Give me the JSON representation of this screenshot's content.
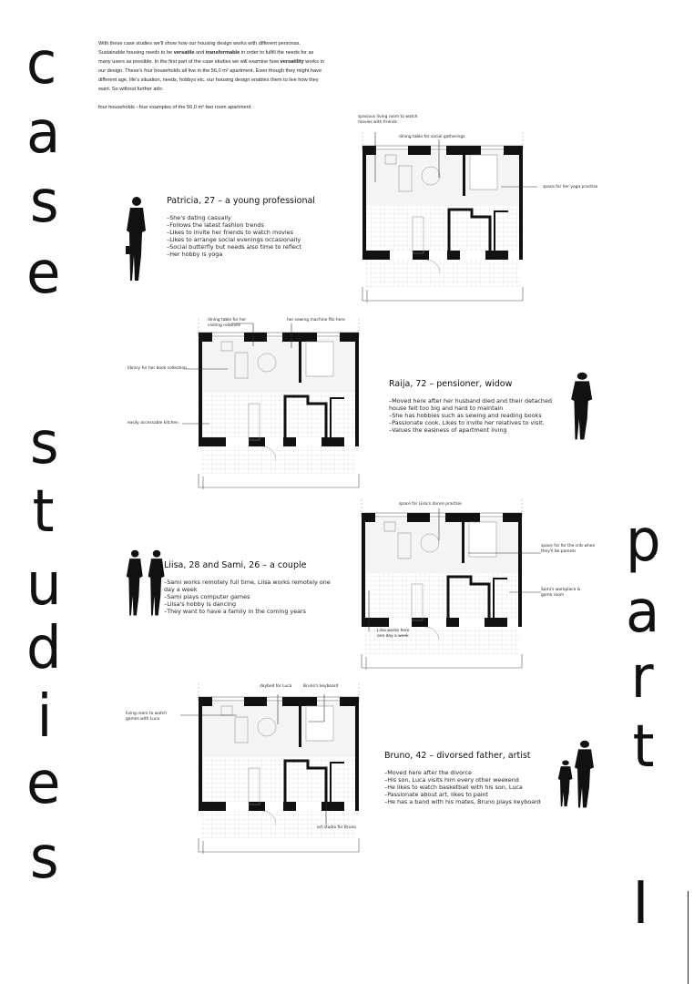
{
  "title_left": [
    "c",
    "a",
    "s",
    "e",
    "s",
    "t",
    "u",
    "d",
    "i",
    "e",
    "s"
  ],
  "title_right": [
    "p",
    "a",
    "r",
    "t",
    "I"
  ],
  "intro": {
    "p1": "With these case studies we'll show how our housing design works with different personas. Sustainable housing needs to be ",
    "b1": "versatile",
    "p2": " and ",
    "b2": "transformable",
    "p3": " in order to fulfill the needs for as many users as possible. In the first part of the case studies we will examine how ",
    "b3": "versatility",
    "p4": " works in our design. These's four households all live in the 56,0 m² apartment. Even though they might have different age, life's situation, needs, hobbys etc. our housing design enables them to live how they want. So without further ado:",
    "subtitle": "four households - four examples of the 56,0 m² two room apartment"
  },
  "personas": [
    {
      "name": "Patricia, 27 – a young professional",
      "bullets": [
        "–She's dating casually",
        "–Follows the latest fashion trends",
        "–Likes to invite her friends to watch movies",
        "–Likes to arrange social evenings occasionally",
        "–Social butterfly but needs also time to reflect",
        "–Her hobby is yoga"
      ],
      "labels": [
        "spacious living room to watch movies with friends",
        "dining table for social gatherings",
        "space for her yoga practise"
      ]
    },
    {
      "name": "Raija, 72 – pensioner, widow",
      "bullets": [
        "–Moved here after her husband died and their detached house felt too big and hard to maintain",
        "–She has hobbies such as sewing and reading books",
        "–Passionate cook. Likes to invite her relatives to visit.",
        "–Values the easiness of apartment living"
      ],
      "labels": [
        "dining table for her visiting relatives",
        "her sewing machine fits here",
        "library for her book collection",
        "easily accessable kitchen"
      ]
    },
    {
      "name": "Liisa, 28 and Sami, 26 – a couple",
      "bullets": [
        "–Sami works remotely full time, Liisa works remotely one day a week",
        "–Sami plays computer games",
        "–Liisa's hobby is dancing",
        "–They want to have a family in the coming years"
      ],
      "labels": [
        "space for Liisa's dance practise",
        "space for for the crib when they'll be parents",
        "Sami's workplace & game room",
        "Liisa works here one day a week"
      ]
    },
    {
      "name": "Bruno, 42 – divorsed father, artist",
      "bullets": [
        "–Moved here after the divorce",
        "–His son, Luca visits him every other weekend",
        "–He likes to watch basketball with his son, Luca",
        "–Passionate about art, likes to paint",
        "–He has a band with his mates, Bruno plays keyboard"
      ],
      "labels": [
        "daybed for Luca",
        "Bruno's keyboard",
        "living room to watch games with Luca",
        "art studio for Bruno"
      ]
    }
  ]
}
